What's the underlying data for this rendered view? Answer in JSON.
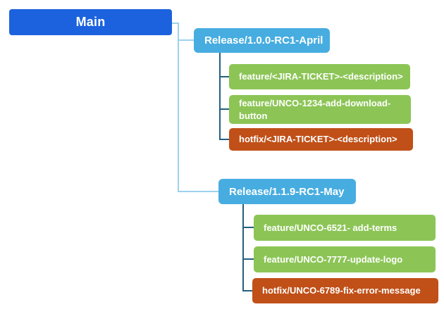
{
  "diagram": {
    "kind": "git-branching-tree",
    "colors": {
      "main_node": "#1c62de",
      "release_node": "#47ade0",
      "feature_node": "#8cc556",
      "hotfix_node": "#c05018",
      "connector_light": "#9cd1ee",
      "connector_dark": "#24607f",
      "node_text": "#ffffff",
      "background": "#ffffff"
    },
    "root": {
      "label": "Main"
    },
    "branches": [
      {
        "label": "Release/1.0.0-RC1-April",
        "children": [
          {
            "type": "feature",
            "label": "feature/<JIRA-TICKET>-<description>"
          },
          {
            "type": "feature",
            "label": "feature/UNCO-1234-add-download-button"
          },
          {
            "type": "hotfix",
            "label": "hotfix/<JIRA-TICKET>-<description>"
          }
        ]
      },
      {
        "label": "Release/1.1.9-RC1-May",
        "children": [
          {
            "type": "feature",
            "label": "feature/UNCO-6521- add-terms"
          },
          {
            "type": "feature",
            "label": "feature/UNCO-7777-update-logo"
          },
          {
            "type": "hotfix",
            "label": "hotfix/UNCO-6789-fix-error-message"
          }
        ]
      }
    ]
  }
}
